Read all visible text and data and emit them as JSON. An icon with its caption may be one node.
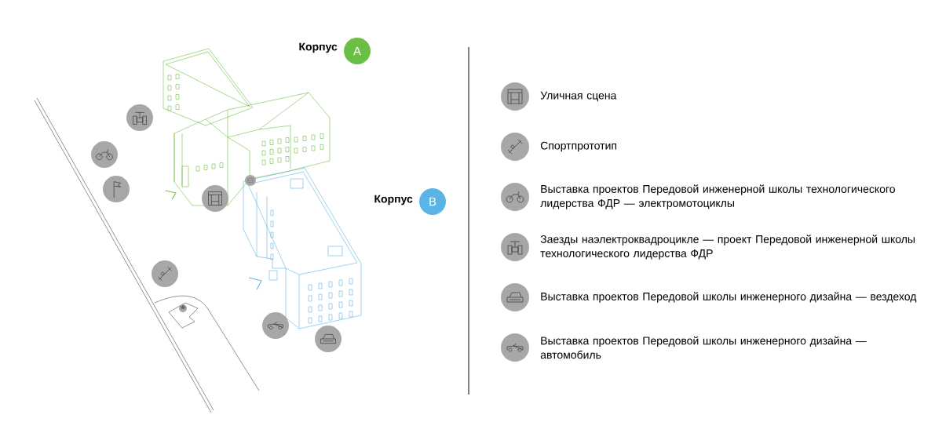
{
  "diagram": {
    "nodes": [
      {
        "text": [
          "A"
        ],
        "beside": [
          "Корпус"
        ]
      },
      {
        "text": [
          "B"
        ],
        "beside": [
          "Корпус"
        ]
      }
    ],
    "legend": [
      {
        "text": "Уличная сцена"
      },
      {
        "text": "Спортпрототип"
      },
      {
        "text": "Выставка проектов Передовой инженерной школы технологического лидерства ФДР — электромотоциклы"
      },
      {
        "text": "Заезды наэлектроквадроцикле — проект Передовой инженерной школы технологического лидерства ФДР"
      },
      {
        "text": "Выставка проектов Передовой школы инженерного дизайна — вездеход"
      },
      {
        "text": "Выставка проектов Передовой школы инженерного дизайна — автомобиль"
      }
    ]
  }
}
